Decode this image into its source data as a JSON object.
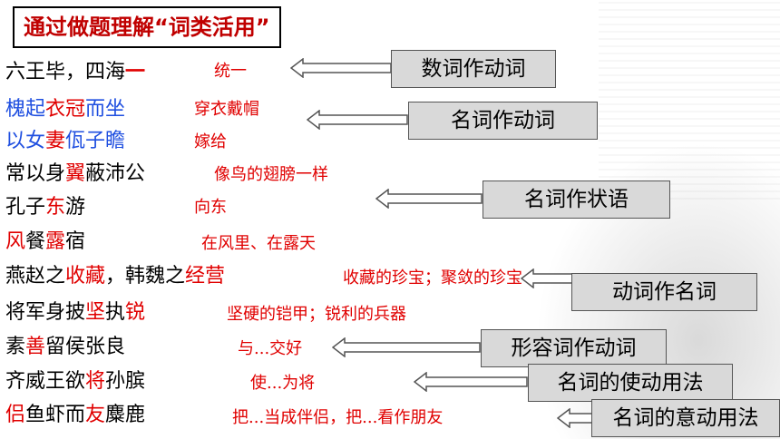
{
  "title": "通过做题理解“词类活用”",
  "rows": [
    {
      "segments": [
        {
          "text": "六王毕，四海",
          "color": "black"
        },
        {
          "text": "一",
          "color": "red-bold"
        }
      ],
      "gloss": "统一"
    },
    {
      "segments": [
        {
          "text": "槐起",
          "color": "blue"
        },
        {
          "text": "衣冠",
          "color": "red"
        },
        {
          "text": "而坐",
          "color": "blue"
        }
      ],
      "gloss": "穿衣戴帽"
    },
    {
      "segments": [
        {
          "text": "以女",
          "color": "blue"
        },
        {
          "text": "妻",
          "color": "red"
        },
        {
          "text": "佤子瞻",
          "color": "blue"
        }
      ],
      "gloss": "嫁给"
    },
    {
      "segments": [
        {
          "text": "常以身",
          "color": "black"
        },
        {
          "text": "翼",
          "color": "red"
        },
        {
          "text": "蔽沛公",
          "color": "black"
        }
      ],
      "gloss": "像鸟的翅膀一样"
    },
    {
      "segments": [
        {
          "text": "孔子",
          "color": "black"
        },
        {
          "text": "东",
          "color": "red"
        },
        {
          "text": "游",
          "color": "black"
        }
      ],
      "gloss": "向东"
    },
    {
      "segments": [
        {
          "text": "风",
          "color": "red"
        },
        {
          "text": "餐",
          "color": "black"
        },
        {
          "text": "露",
          "color": "red"
        },
        {
          "text": "宿",
          "color": "black"
        }
      ],
      "gloss": "在风里、在露天"
    },
    {
      "segments": [
        {
          "text": "燕赵之",
          "color": "black"
        },
        {
          "text": "收藏",
          "color": "red"
        },
        {
          "text": "，韩魏之",
          "color": "black"
        },
        {
          "text": "经营",
          "color": "red"
        }
      ],
      "gloss": "收藏的珍宝；聚敛的珍宝"
    },
    {
      "segments": [
        {
          "text": "将军身披",
          "color": "black"
        },
        {
          "text": "坚",
          "color": "red"
        },
        {
          "text": "执",
          "color": "black"
        },
        {
          "text": "锐",
          "color": "red"
        }
      ],
      "gloss": "坚硬的铠甲；锐利的兵器"
    },
    {
      "segments": [
        {
          "text": "素",
          "color": "black"
        },
        {
          "text": "善",
          "color": "red"
        },
        {
          "text": "留侯张良",
          "color": "black"
        }
      ],
      "gloss": "与...交好"
    },
    {
      "segments": [
        {
          "text": "齐威王欲",
          "color": "black"
        },
        {
          "text": "将",
          "color": "red"
        },
        {
          "text": "孙膑",
          "color": "black"
        }
      ],
      "gloss": "使...为将"
    },
    {
      "segments": [
        {
          "text": "侣",
          "color": "red"
        },
        {
          "text": "鱼虾而",
          "color": "black"
        },
        {
          "text": "友",
          "color": "red"
        },
        {
          "text": "麋鹿",
          "color": "black"
        }
      ],
      "gloss": "把...当成伴侣，把...看作朋友"
    }
  ],
  "categories": [
    {
      "label": "数词作动词"
    },
    {
      "label": "名词作动词"
    },
    {
      "label": "名词作状语"
    },
    {
      "label": "动词作名词"
    },
    {
      "label": "形容词作动词"
    },
    {
      "label": "名词的使动用法"
    },
    {
      "label": "名词的意动用法"
    }
  ]
}
